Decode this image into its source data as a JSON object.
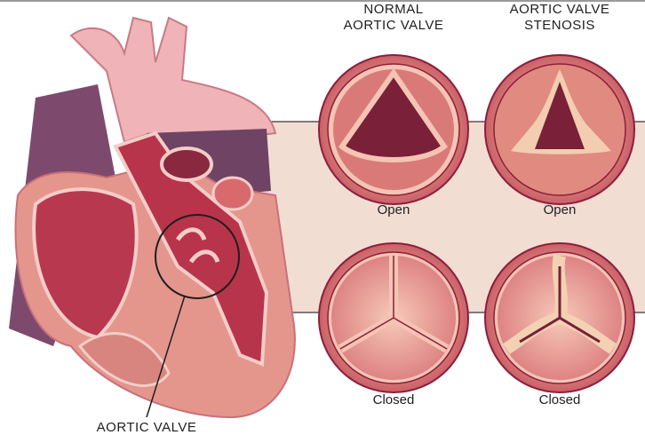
{
  "headers": {
    "normal": "NORMAL\nAORTIC VALVE",
    "normal_line1": "NORMAL",
    "normal_line2": "AORTIC VALVE",
    "stenosis_line1": "AORTIC VALVE",
    "stenosis_line2": "STENOSIS"
  },
  "labels": {
    "normal_open": "Open",
    "stenosis_open": "Open",
    "normal_closed": "Closed",
    "stenosis_closed": "Closed",
    "heart_callout": "AORTIC VALVE"
  },
  "colors": {
    "panel": "#f2ddd3",
    "valve_ring": "#e9a08e",
    "valve_dark": "#7a2038",
    "outline": "#8b1f3a",
    "heart_red": "#b8344a",
    "heart_purple": "#7d4a6e",
    "aorta_pink": "#efb3b8"
  }
}
